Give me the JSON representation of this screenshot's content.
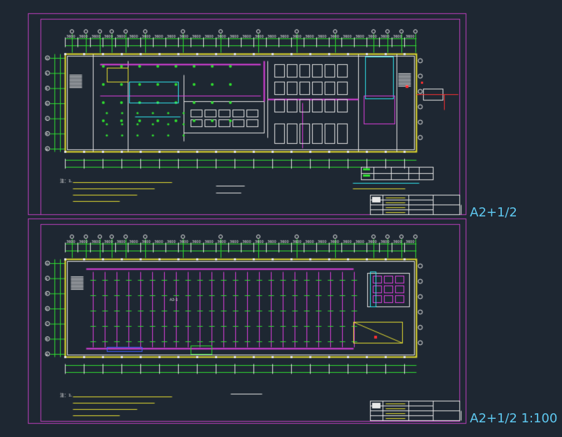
{
  "viewport": {
    "background": "#1e2732"
  },
  "colors": {
    "frame": "#c040c0",
    "white": "#e8e8e8",
    "green": "#30e030",
    "yellow": "#e8e030",
    "magenta": "#e040e0",
    "cyan": "#30e8f0",
    "red": "#ff3030",
    "blue": "#4060ff",
    "label": "#5ec8f0"
  },
  "sheets": [
    {
      "name": "upper-floor-plan",
      "label": "A2+1/2",
      "notes_prefix": "注：",
      "scale_label": ""
    },
    {
      "name": "lower-floor-plan",
      "label": "A2+1/2 1:100",
      "notes_prefix": "注：",
      "scale_label": ""
    }
  ]
}
